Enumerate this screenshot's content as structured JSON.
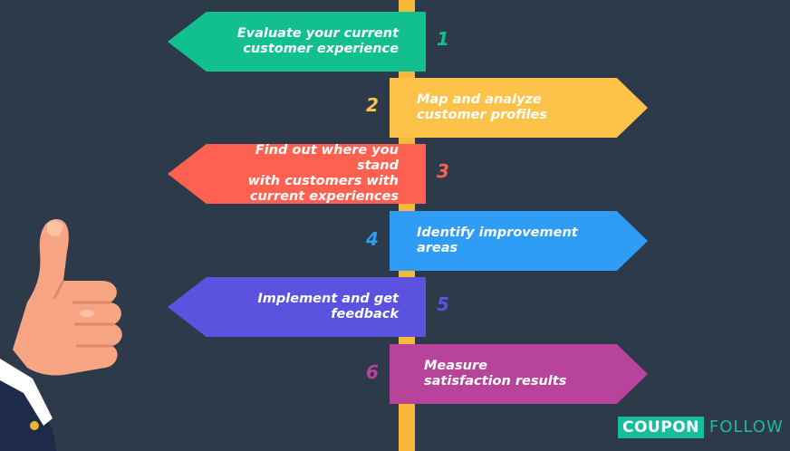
{
  "steps": [
    {
      "number": "1",
      "text": "Evaluate your current\ncustomer experience",
      "direction": "left",
      "color": "#12c08f"
    },
    {
      "number": "2",
      "text": "Map and analyze\ncustomer profiles",
      "direction": "right",
      "color": "#fcc24a"
    },
    {
      "number": "3",
      "text": "Find out where you stand\nwith customers with\ncurrent experiences",
      "direction": "left",
      "color": "#fe6150"
    },
    {
      "number": "4",
      "text": "Identify improvement\nareas",
      "direction": "right",
      "color": "#2f9cf5"
    },
    {
      "number": "5",
      "text": "Implement and get\nfeedback",
      "direction": "left",
      "color": "#5b52e0"
    },
    {
      "number": "6",
      "text": "Measure\nsatisfaction results",
      "direction": "right",
      "color": "#b8439b"
    }
  ],
  "logo": {
    "part1": "COUPON",
    "part2": "FOLLOW",
    "color": "#1abc9c"
  },
  "colors": {
    "background": "#2c3a4a",
    "pole": "#f6b93b"
  },
  "icons": [
    "thumbs-up-icon"
  ]
}
